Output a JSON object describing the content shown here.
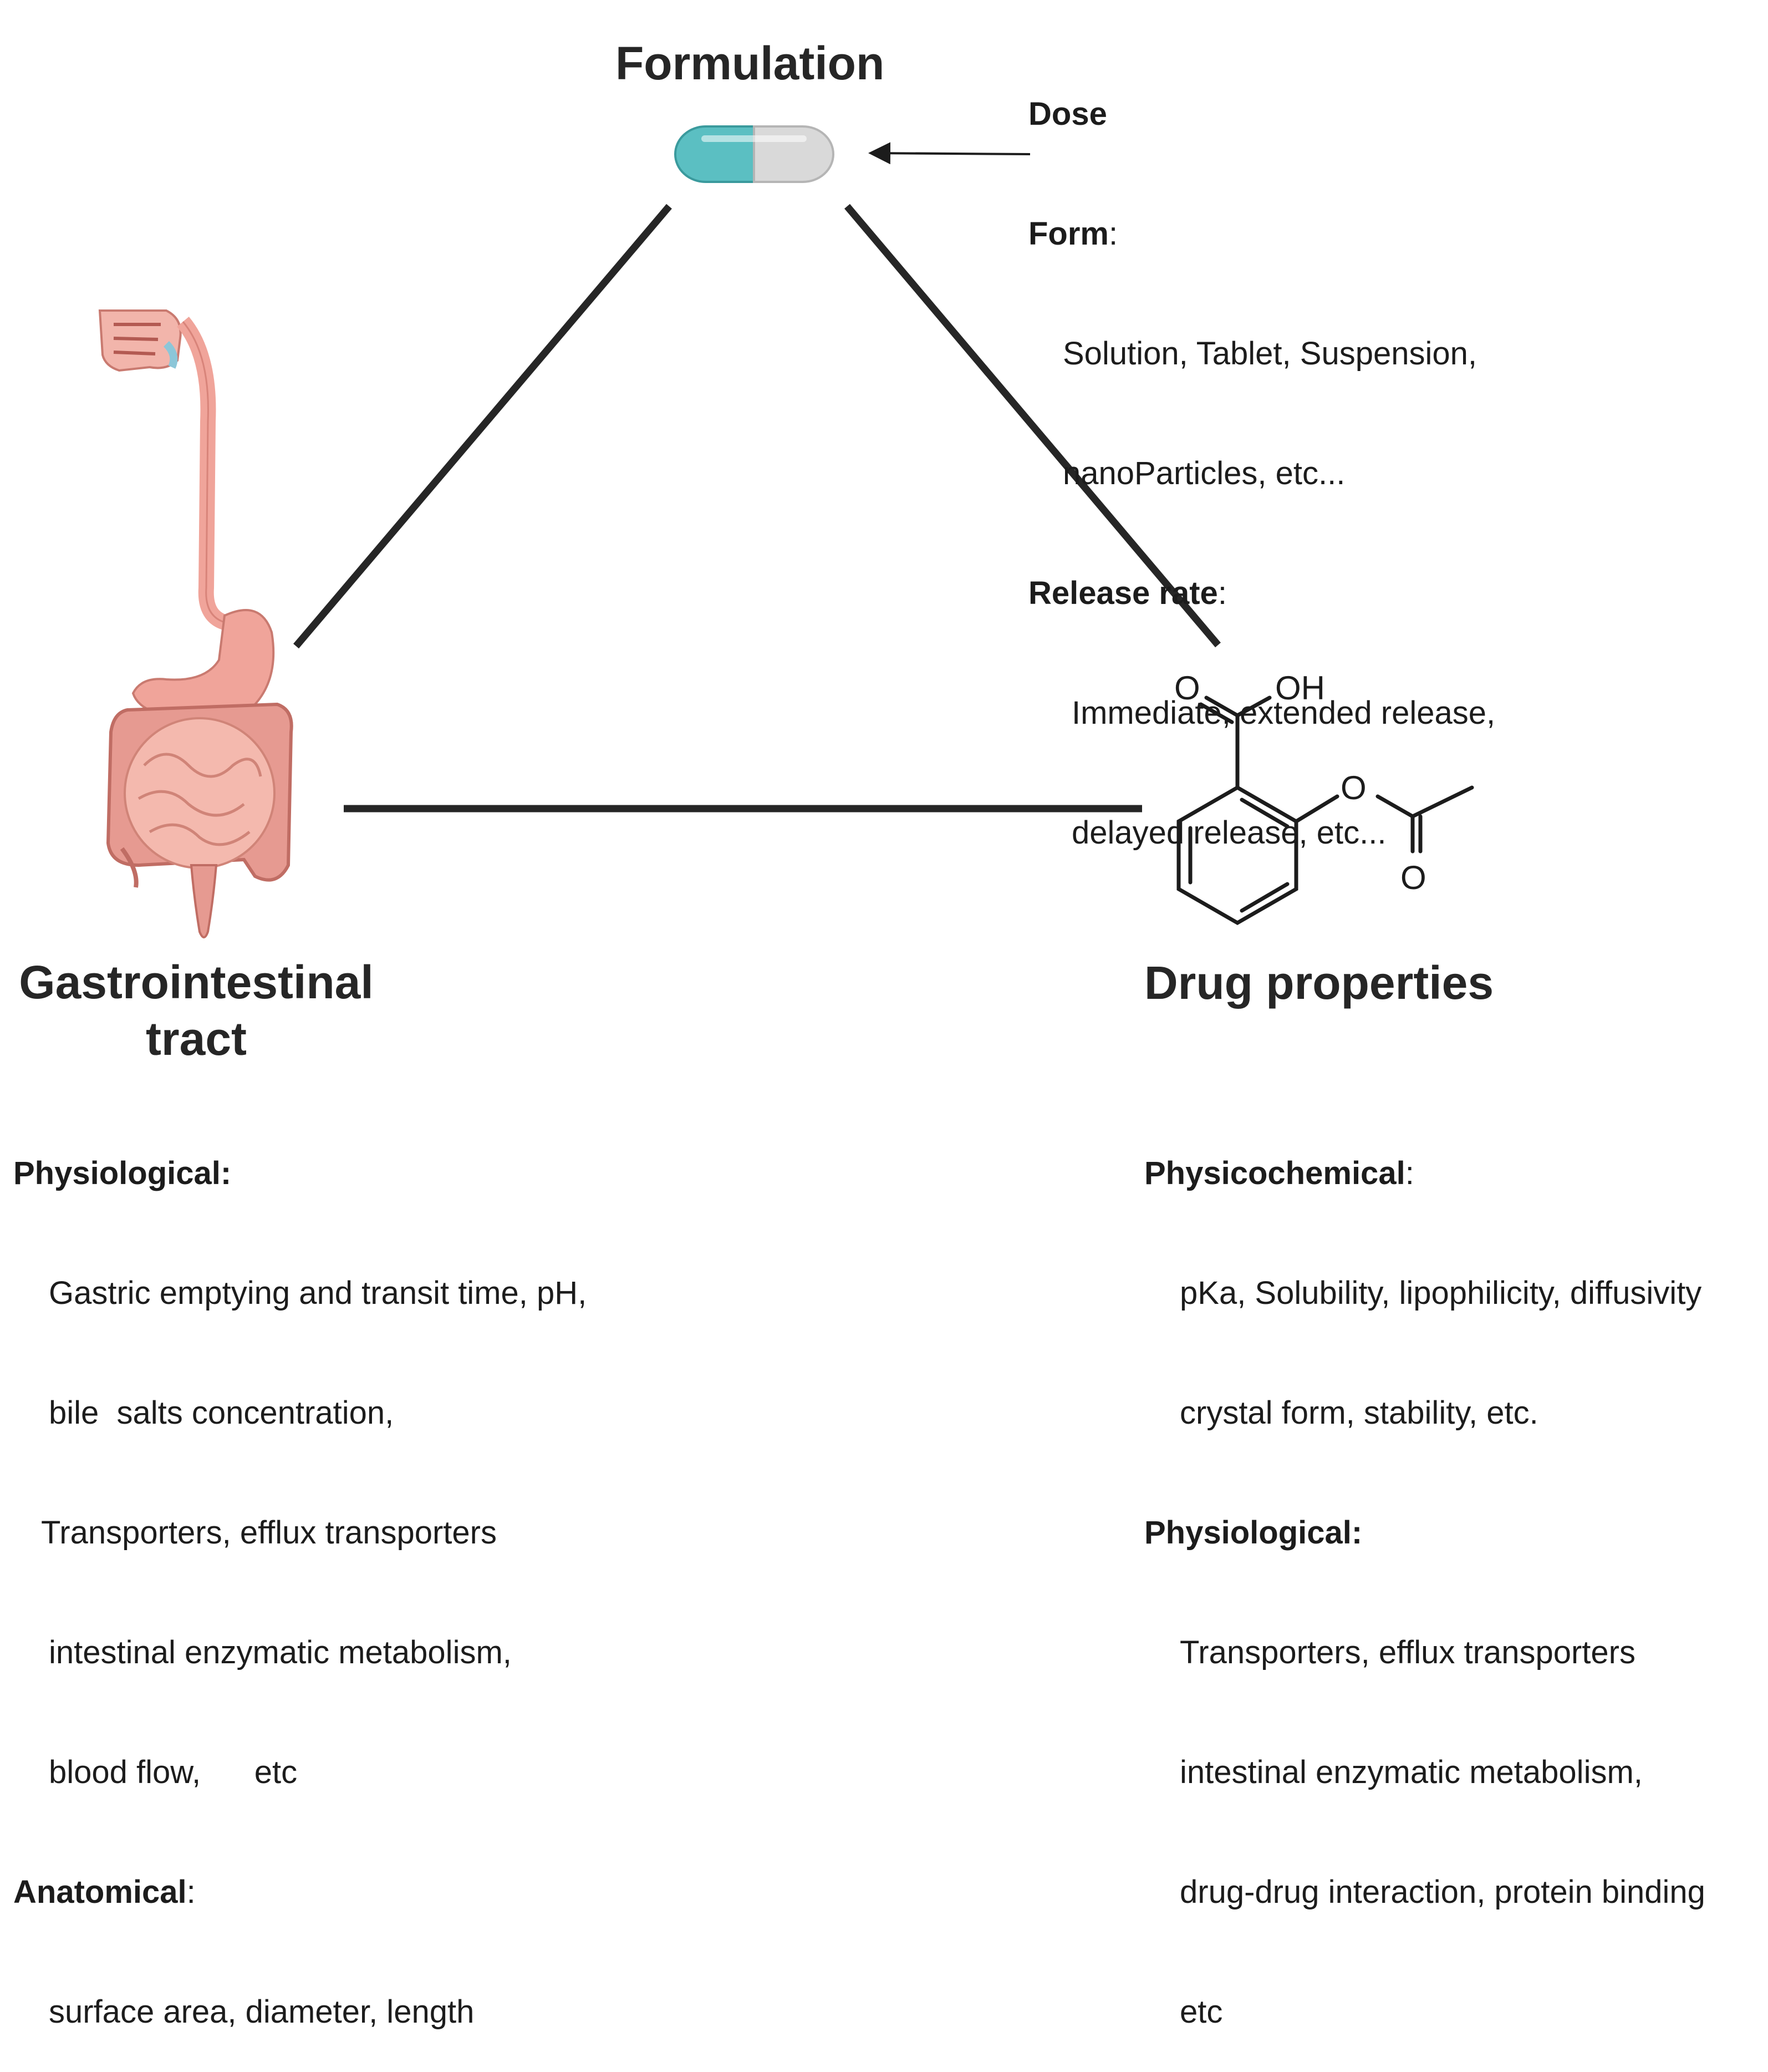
{
  "formulation": {
    "title": "Formulation",
    "dose_label": "Dose",
    "form_label": "Form",
    "form_values": [
      "Solution, Tablet, Suspension,",
      "nanoParticles, etc..."
    ],
    "release_label": "Release rate",
    "release_values": [
      "Immediate, extended release,",
      "delayed release, etc..."
    ],
    "capsule_colors": {
      "left": "#5bbfc2",
      "right": "#d9d9d9"
    }
  },
  "gi_tract": {
    "title_line1": "Gastrointestinal",
    "title_line2": "tract",
    "physiological_label": "Physiological:",
    "physiological_lines": [
      "Gastric emptying and transit time, pH,",
      "bile  salts concentration,",
      "Transporters, efflux transporters",
      "intestinal enzymatic metabolism,",
      "blood flow,      etc"
    ],
    "anatomical_label": "Anatomical",
    "anatomical_lines": [
      "surface area, diameter, length"
    ],
    "organ_color": "#f0a49a"
  },
  "drug": {
    "title": "Drug properties",
    "physicochemical_label": "Physicochemical",
    "physicochemical_lines": [
      "pKa, Solubility, lipophilicity, diffusivity",
      "crystal form, stability, etc."
    ],
    "physiological_label": "Physiological:",
    "physiological_lines": [
      "Transporters, efflux transporters",
      "intestinal enzymatic metabolism,",
      "drug-drug interaction, protein binding",
      "etc"
    ],
    "molecule_labels": {
      "carbonyl_o": "O",
      "hydroxyl": "OH",
      "ester_o": "O",
      "acetyl_o": "O"
    }
  },
  "colors": {
    "line": "#262626"
  }
}
